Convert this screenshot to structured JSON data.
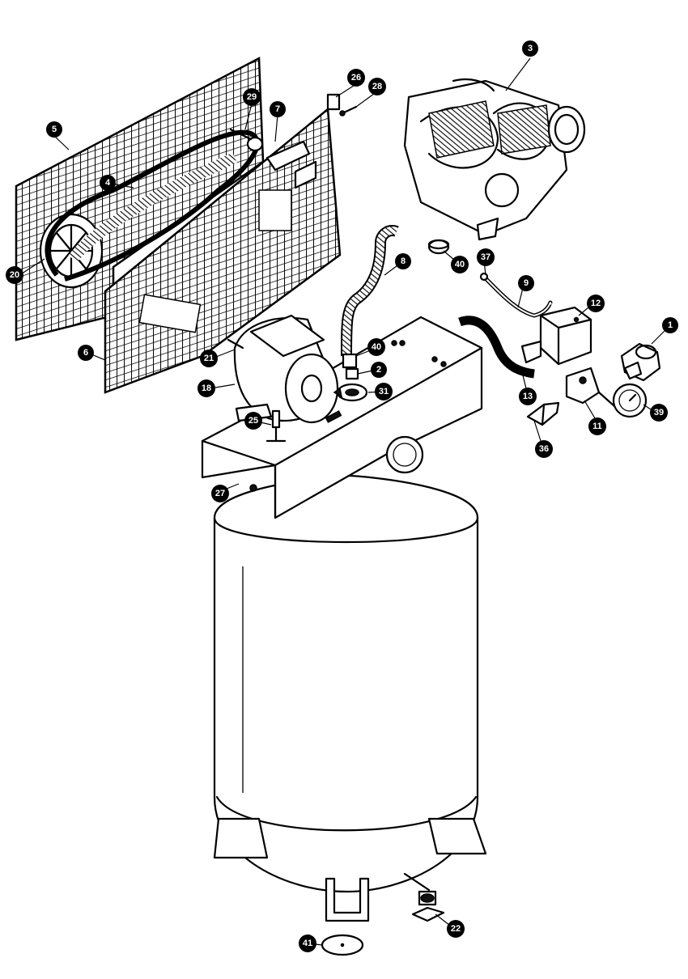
{
  "callouts": {
    "p1": "1",
    "p2": "2",
    "p3": "3",
    "p4": "4",
    "p5": "5",
    "p6": "6",
    "p7": "7",
    "p8": "8",
    "p9": "9",
    "p11": "11",
    "p12": "12",
    "p13": "13",
    "p18": "18",
    "p20": "20",
    "p21": "21",
    "p22": "22",
    "p25": "25",
    "p26": "26",
    "p27": "27",
    "p28": "28",
    "p29": "29",
    "p31": "31",
    "p36": "36",
    "p37": "37",
    "p39": "39",
    "p40a": "40",
    "p40b": "40",
    "p41": "41"
  }
}
